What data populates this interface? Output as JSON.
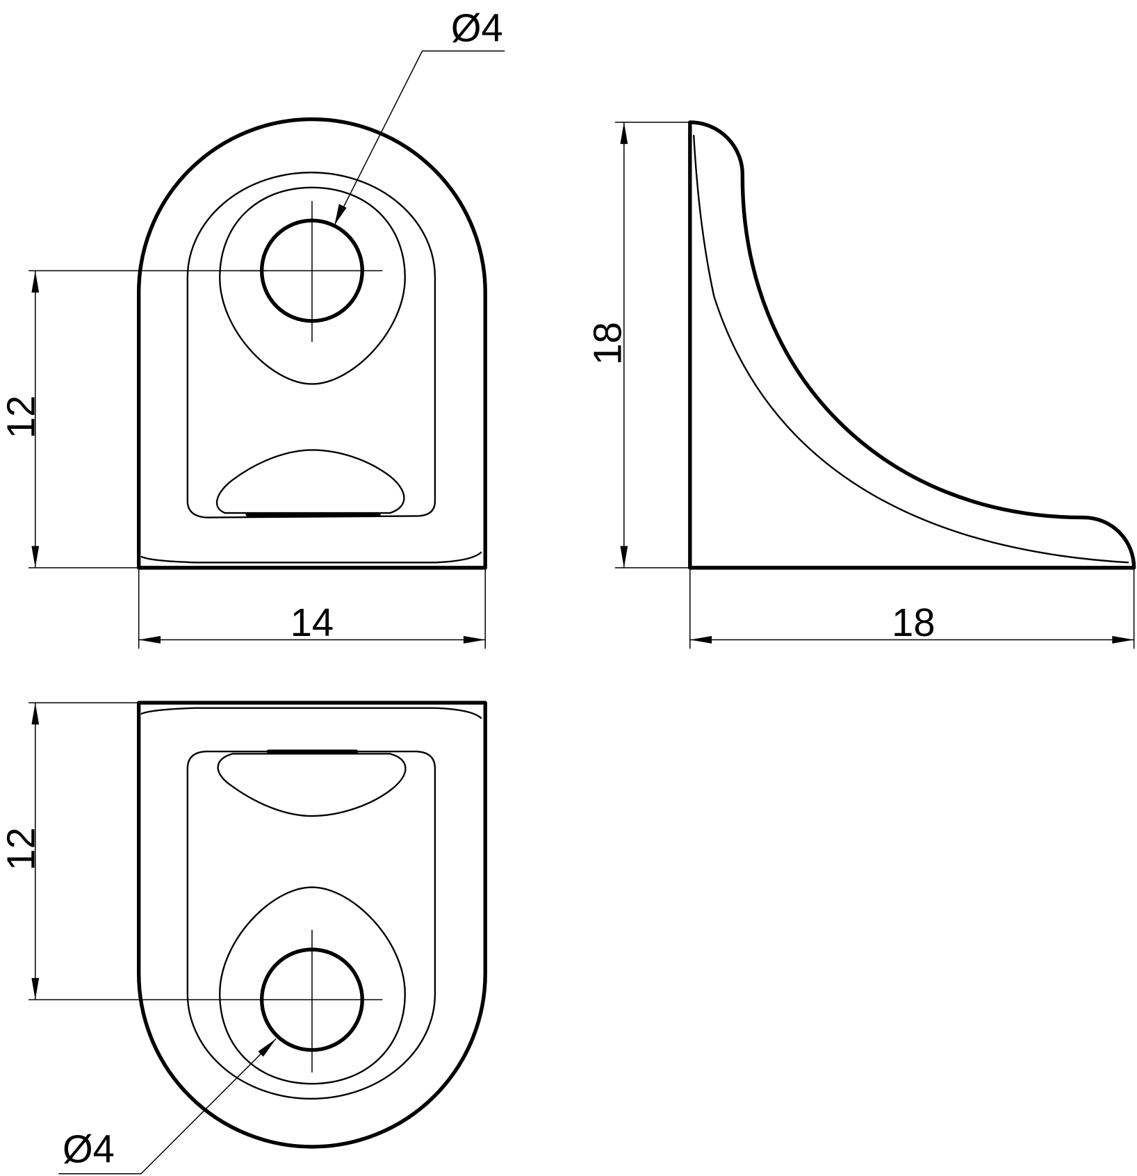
{
  "drawing": {
    "title": "Angle bracket technical drawing",
    "front_view": {
      "height_label": "12",
      "width_label": "14",
      "hole_label": "Ø4"
    },
    "side_view": {
      "height_label": "18",
      "width_label": "18"
    },
    "bottom_view": {
      "height_label": "12",
      "hole_label": "Ø4"
    },
    "line_color": "#000000",
    "background_color": "#ffffff"
  }
}
